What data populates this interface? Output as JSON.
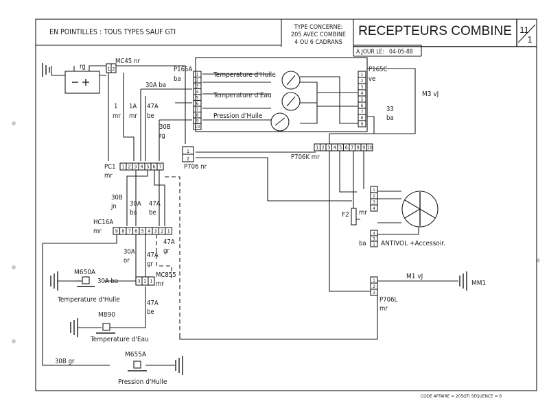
{
  "header": {
    "note": "EN POINTILLES : TOUS TYPES SAUF GTI",
    "type_lines": [
      "TYPE CONCERNE:",
      "205 AVEC COMBINE",
      "4 OU 6 CADRANS"
    ],
    "title": "RECEPTEURS COMBINE",
    "sheet_num": "11",
    "sheet_den": "1",
    "update_label": "A JOUR LE:",
    "update_date": "04-05-88"
  },
  "footer": {
    "code": "CODE AFFAIRE = 205GTI SEQUENCE = 6"
  },
  "connectors": {
    "mc45": "MC45 nr",
    "p165a": [
      "P165A",
      "ba"
    ],
    "p165c": [
      "P165C",
      "ve"
    ],
    "p706": "P706 nr",
    "p706k": "P706K mr",
    "pc1": [
      "PC1",
      "mr"
    ],
    "hc16a": [
      "HC16A",
      "mr"
    ],
    "mc855": [
      "MC855",
      "mr"
    ],
    "p706l": [
      "P706L",
      "mr"
    ],
    "f2": "F2",
    "f2_mr": "mr"
  },
  "pins": {
    "p165a": [
      "1",
      "2",
      "3",
      "4",
      "5",
      "6",
      "7",
      "8",
      "9",
      "10"
    ],
    "p165c": [
      "1",
      "2",
      "3",
      "4",
      "5",
      "6",
      "7",
      "8",
      "9"
    ],
    "p706k": [
      "1",
      "2",
      "3",
      "4",
      "5",
      "6",
      "7",
      "8",
      "9",
      "10"
    ],
    "pc1": [
      "1",
      "2",
      "3",
      "4",
      "5",
      "6",
      "7"
    ],
    "hc16a": [
      "9",
      "8",
      "7",
      "6",
      "5",
      "4",
      "3",
      "2",
      "1"
    ],
    "mc855": [
      "3",
      "2",
      "1"
    ],
    "antivol": [
      "1",
      "2",
      "3",
      "4"
    ],
    "antivol_lower": [
      "4",
      "5",
      "1"
    ],
    "p706l": [
      "1",
      "2",
      "3"
    ],
    "p706": [
      "1",
      "2"
    ],
    "mc45": [
      "1",
      "2"
    ]
  },
  "gauges": {
    "huile": "Temperature d'Huile",
    "eau": "Temperature d'Eau",
    "pression": "Pression d'Huile"
  },
  "components": {
    "m650a": "M650A",
    "temp_huile": "Temperature d'Hulle",
    "m890": "M890",
    "temp_eau": "Temperature d'Eau",
    "m655a": "M655A",
    "pression": "Pression d'Hulle",
    "antivol": "ANTIVOL +Accessoir.",
    "antivol_ba": "ba",
    "mm1": "MM1"
  },
  "wires": {
    "rg": "rg",
    "w30a_ba": "30A ba",
    "w1": "1",
    "w1_mr": "mr",
    "w1a": "1A",
    "w1a_mr": "mr",
    "w47a_top": "47A",
    "w47a_top_be": "be",
    "w30b_top": "30B",
    "w30b_top_rg": "rg",
    "m3": "M3 vJ",
    "w33": "33",
    "w33_ba": "ba",
    "w30b_jn": "30B",
    "jn": "jn",
    "w30a_mid": "30A",
    "w30a_mid_ba": "ba",
    "w47a_mid": "47A",
    "w47a_mid_be": "be",
    "w30a_or": "30A",
    "or": "or",
    "w47a_gr": "47A",
    "gr": "gr",
    "w47a_gr2": "47A",
    "gr2": "gr",
    "w30a_ba_low": "30A ba",
    "w47a_low": "47A",
    "w47a_low_be": "be",
    "m1": "M1 vJ",
    "w30b_gr": "30B gr"
  }
}
